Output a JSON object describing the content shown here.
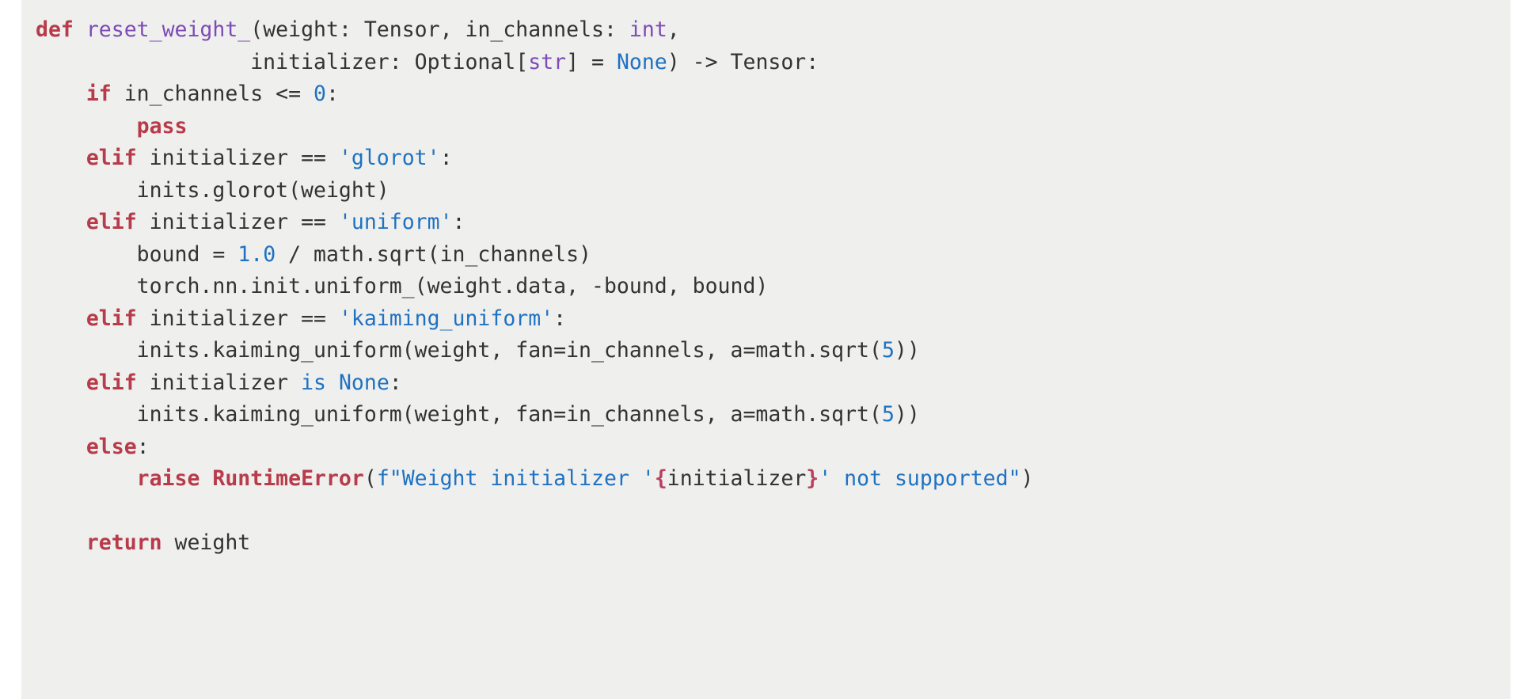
{
  "view": {
    "kind": "code-block",
    "language": "python",
    "background": "#efefee",
    "page_background": "#ffffff"
  },
  "theme": {
    "keyword": "#b83b4a",
    "function_name": "#7d4bb5",
    "builtin_type": "#7d4bb5",
    "string": "#1f72c2",
    "number": "#1f72c2",
    "constant": "#1f72c2",
    "fstring_brace": "#b8415f",
    "plain_text": "#333333"
  },
  "code": {
    "lines": [
      {
        "n": 1,
        "text": "def reset_weight_(weight: Tensor, in_channels: int,",
        "tokens": [
          {
            "t": "def",
            "c": "kw"
          },
          {
            "t": " ",
            "c": "plain"
          },
          {
            "t": "reset_weight_",
            "c": "fname"
          },
          {
            "t": "(weight: Tensor, in_channels: ",
            "c": "plain"
          },
          {
            "t": "int",
            "c": "builtin"
          },
          {
            "t": ",",
            "c": "plain"
          }
        ]
      },
      {
        "n": 2,
        "text": "                 initializer: Optional[str] = None) -> Tensor:",
        "tokens": [
          {
            "t": "                 initializer: Optional[",
            "c": "plain"
          },
          {
            "t": "str",
            "c": "builtin"
          },
          {
            "t": "] = ",
            "c": "plain"
          },
          {
            "t": "None",
            "c": "const"
          },
          {
            "t": ") -> Tensor:",
            "c": "plain"
          }
        ]
      },
      {
        "n": 3,
        "text": "    if in_channels <= 0:",
        "tokens": [
          {
            "t": "    ",
            "c": "plain"
          },
          {
            "t": "if",
            "c": "kw"
          },
          {
            "t": " in_channels <= ",
            "c": "plain"
          },
          {
            "t": "0",
            "c": "num"
          },
          {
            "t": ":",
            "c": "plain"
          }
        ]
      },
      {
        "n": 4,
        "text": "        pass",
        "tokens": [
          {
            "t": "        ",
            "c": "plain"
          },
          {
            "t": "pass",
            "c": "kw"
          }
        ]
      },
      {
        "n": 5,
        "text": "    elif initializer == 'glorot':",
        "tokens": [
          {
            "t": "    ",
            "c": "plain"
          },
          {
            "t": "elif",
            "c": "kw"
          },
          {
            "t": " initializer == ",
            "c": "plain"
          },
          {
            "t": "'glorot'",
            "c": "str"
          },
          {
            "t": ":",
            "c": "plain"
          }
        ]
      },
      {
        "n": 6,
        "text": "        inits.glorot(weight)",
        "tokens": [
          {
            "t": "        inits.glorot(weight)",
            "c": "plain"
          }
        ]
      },
      {
        "n": 7,
        "text": "    elif initializer == 'uniform':",
        "tokens": [
          {
            "t": "    ",
            "c": "plain"
          },
          {
            "t": "elif",
            "c": "kw"
          },
          {
            "t": " initializer == ",
            "c": "plain"
          },
          {
            "t": "'uniform'",
            "c": "str"
          },
          {
            "t": ":",
            "c": "plain"
          }
        ]
      },
      {
        "n": 8,
        "text": "        bound = 1.0 / math.sqrt(in_channels)",
        "tokens": [
          {
            "t": "        bound = ",
            "c": "plain"
          },
          {
            "t": "1.0",
            "c": "num"
          },
          {
            "t": " / math.sqrt(in_channels)",
            "c": "plain"
          }
        ]
      },
      {
        "n": 9,
        "text": "        torch.nn.init.uniform_(weight.data, -bound, bound)",
        "tokens": [
          {
            "t": "        torch.nn.init.uniform_(weight.data, -bound, bound)",
            "c": "plain"
          }
        ]
      },
      {
        "n": 10,
        "text": "    elif initializer == 'kaiming_uniform':",
        "tokens": [
          {
            "t": "    ",
            "c": "plain"
          },
          {
            "t": "elif",
            "c": "kw"
          },
          {
            "t": " initializer == ",
            "c": "plain"
          },
          {
            "t": "'kaiming_uniform'",
            "c": "str"
          },
          {
            "t": ":",
            "c": "plain"
          }
        ]
      },
      {
        "n": 11,
        "text": "        inits.kaiming_uniform(weight, fan=in_channels, a=math.sqrt(5))",
        "tokens": [
          {
            "t": "        inits.kaiming_uniform(weight, fan=in_channels, a=math.sqrt(",
            "c": "plain"
          },
          {
            "t": "5",
            "c": "num"
          },
          {
            "t": "))",
            "c": "plain"
          }
        ]
      },
      {
        "n": 12,
        "text": "    elif initializer is None:",
        "tokens": [
          {
            "t": "    ",
            "c": "plain"
          },
          {
            "t": "elif",
            "c": "kw"
          },
          {
            "t": " initializer ",
            "c": "plain"
          },
          {
            "t": "is",
            "c": "op-kw"
          },
          {
            "t": " ",
            "c": "plain"
          },
          {
            "t": "None",
            "c": "const"
          },
          {
            "t": ":",
            "c": "plain"
          }
        ]
      },
      {
        "n": 13,
        "text": "        inits.kaiming_uniform(weight, fan=in_channels, a=math.sqrt(5))",
        "tokens": [
          {
            "t": "        inits.kaiming_uniform(weight, fan=in_channels, a=math.sqrt(",
            "c": "plain"
          },
          {
            "t": "5",
            "c": "num"
          },
          {
            "t": "))",
            "c": "plain"
          }
        ]
      },
      {
        "n": 14,
        "text": "    else:",
        "tokens": [
          {
            "t": "    ",
            "c": "plain"
          },
          {
            "t": "else",
            "c": "kw"
          },
          {
            "t": ":",
            "c": "plain"
          }
        ]
      },
      {
        "n": 15,
        "text": "        raise RuntimeError(f\"Weight initializer '{initializer}' not supported\")",
        "tokens": [
          {
            "t": "        ",
            "c": "plain"
          },
          {
            "t": "raise",
            "c": "kw"
          },
          {
            "t": " ",
            "c": "plain"
          },
          {
            "t": "RuntimeError",
            "c": "exc"
          },
          {
            "t": "(",
            "c": "plain"
          },
          {
            "t": "f\"Weight initializer '",
            "c": "str"
          },
          {
            "t": "{",
            "c": "brace"
          },
          {
            "t": "initializer",
            "c": "plain"
          },
          {
            "t": "}",
            "c": "brace"
          },
          {
            "t": "' not supported\"",
            "c": "str"
          },
          {
            "t": ")",
            "c": "plain"
          }
        ]
      },
      {
        "n": 16,
        "text": "",
        "tokens": []
      },
      {
        "n": 17,
        "text": "    return weight",
        "tokens": [
          {
            "t": "    ",
            "c": "plain"
          },
          {
            "t": "return",
            "c": "kw"
          },
          {
            "t": " weight",
            "c": "plain"
          }
        ]
      }
    ]
  }
}
